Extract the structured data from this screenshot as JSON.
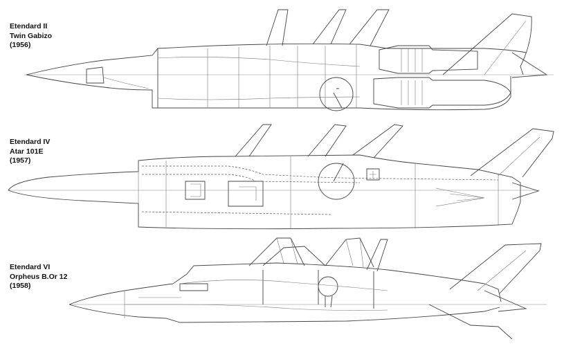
{
  "aircraft": [
    {
      "name": "Etendard II",
      "engine": "Twin Gabizo",
      "year": "(1956)"
    },
    {
      "name": "Etendard IV",
      "engine": "Atar 101E",
      "year": "(1957)"
    },
    {
      "name": "Etendard VI",
      "engine": "Orpheus B.Or 12",
      "year": "(1958)"
    }
  ]
}
